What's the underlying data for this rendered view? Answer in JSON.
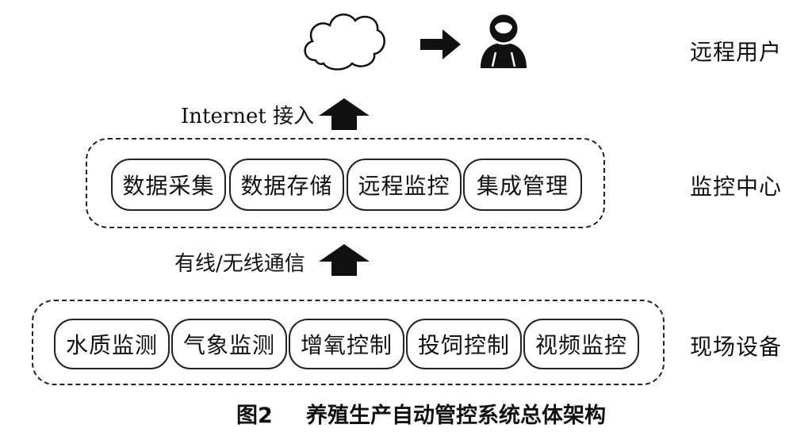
{
  "layers": {
    "remote": {
      "label": "远程用户"
    },
    "center": {
      "label": "监控中心"
    },
    "field": {
      "label": "现场设备"
    }
  },
  "connections": {
    "internet": "Internet 接入",
    "comm": "有线/无线通信"
  },
  "center_modules": [
    "数据采集",
    "数据存储",
    "远程监控",
    "集成管理"
  ],
  "field_modules": [
    "水质监测",
    "气象监测",
    "增氧控制",
    "投饲控制",
    "视频监控"
  ],
  "caption": {
    "figure": "图2",
    "title": "养殖生产自动管控系统总体架构"
  },
  "icons": {
    "cloud": "cloud-icon",
    "arrow_right": "arrow-right-icon",
    "user": "user-icon",
    "arrow_up": "arrow-up-icon"
  },
  "colors": {
    "ink": "#111111",
    "background": "#ffffff"
  }
}
